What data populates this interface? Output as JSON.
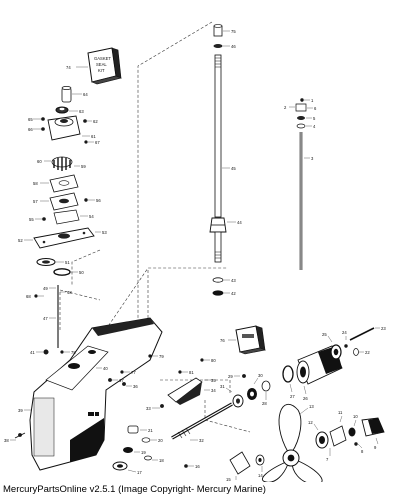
{
  "footer": {
    "text": "MercuryPartsOnline v2.5.1 (Image Copyright- Mercury Marine)"
  },
  "kit_labels": {
    "box1": [
      "GASKET",
      "SEAL",
      "KIT"
    ]
  },
  "callouts": {
    "c75a": "75",
    "c74a": "74",
    "c44": "44",
    "c45": "45",
    "c46": "46",
    "c47": "47",
    "c48": "48",
    "c49": "49",
    "c50": "50",
    "c51": "51",
    "c52": "52",
    "c53": "53",
    "c54": "54",
    "c55": "55",
    "c56": "56",
    "c57": "57",
    "c58": "58",
    "c59": "59",
    "c60": "60",
    "c61": "61",
    "c62": "62",
    "c63": "63",
    "c64": "64",
    "c65": "65",
    "c66": "66",
    "c67": "67",
    "c68": "68",
    "c1": "1",
    "c2": "2",
    "c3": "3",
    "c4": "4",
    "c5": "5",
    "c6": "6",
    "c7": "7",
    "c8": "8",
    "c9": "9",
    "c10": "10",
    "c11": "11",
    "c12": "12",
    "c13": "13",
    "c14": "14",
    "c15": "15",
    "c16": "16",
    "c17": "17",
    "c18": "18",
    "c19": "19",
    "c20": "20",
    "c21": "21",
    "c22": "22",
    "c23": "23",
    "c24": "24",
    "c25": "25",
    "c26": "26",
    "c27": "27",
    "c28": "28",
    "c29": "29",
    "c30": "30",
    "c31": "31",
    "c32": "32",
    "c33": "33",
    "c34": "34",
    "c35": "35",
    "c36": "36",
    "c37": "37",
    "c38": "38",
    "c39": "39",
    "c40": "40",
    "c41": "41",
    "c42": "42",
    "c43": "43",
    "c76": "76",
    "c77": "77",
    "c78": "78",
    "c79": "79",
    "c80": "80",
    "c81": "81"
  }
}
